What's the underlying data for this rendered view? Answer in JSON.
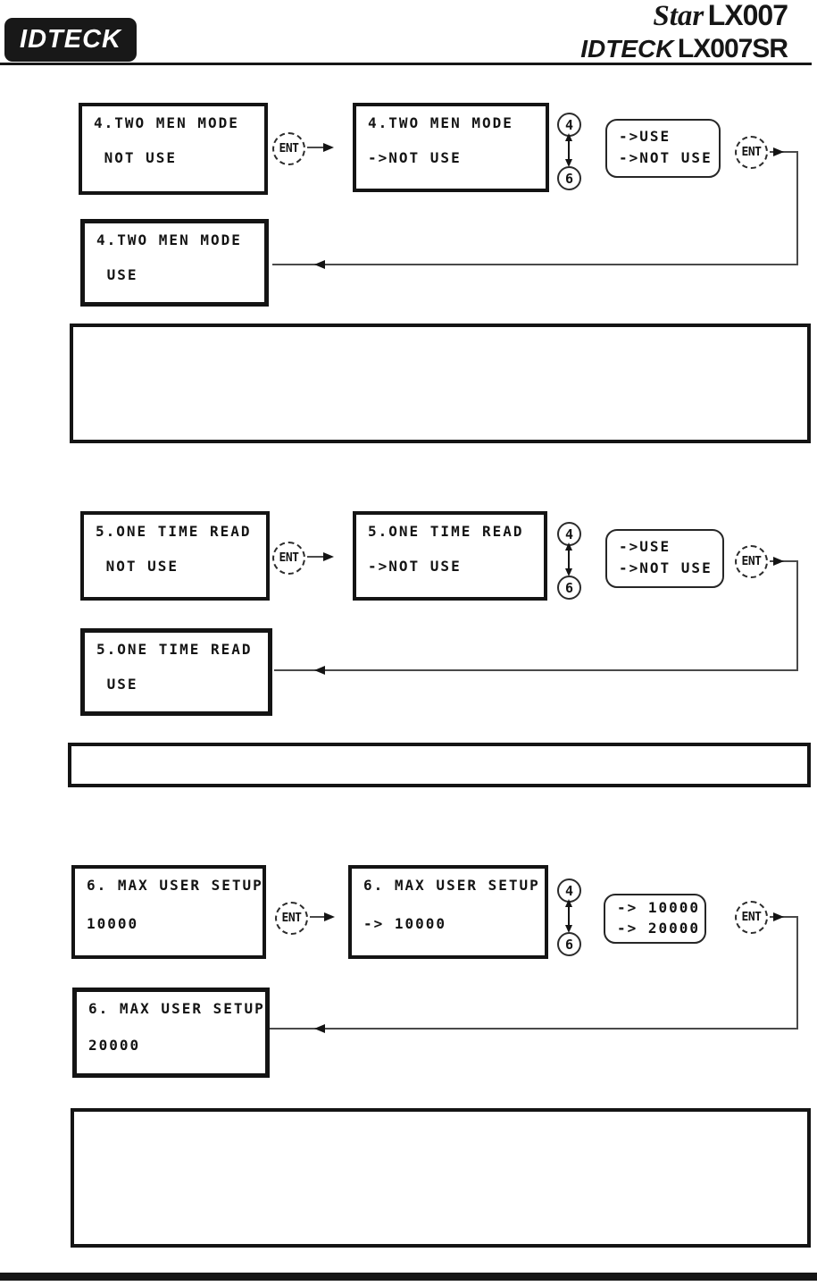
{
  "header": {
    "logo": "IDTECK",
    "product_top": {
      "brand": "Star",
      "model": "LX007"
    },
    "product_bottom": {
      "brand": "IDTECK",
      "model": "LX007SR"
    }
  },
  "keys": {
    "ent": "ENT",
    "up": "4",
    "down": "6"
  },
  "sections": [
    {
      "initial": {
        "line1": "4.TWO MEN MODE",
        "line2": " NOT USE"
      },
      "edit": {
        "line1": "4.TWO MEN MODE",
        "line2": "->NOT USE"
      },
      "options": [
        "->USE",
        "->NOT USE"
      ],
      "result": {
        "line1": "4.TWO MEN MODE",
        "line2": " USE"
      }
    },
    {
      "initial": {
        "line1": "5.ONE TIME READ",
        "line2": " NOT USE"
      },
      "edit": {
        "line1": "5.ONE TIME READ",
        "line2": "->NOT USE"
      },
      "options": [
        "->USE",
        "->NOT USE"
      ],
      "result": {
        "line1": "5.ONE TIME READ",
        "line2": " USE"
      }
    },
    {
      "initial": {
        "line1": "6. MAX USER SETUP",
        "line2": "10000"
      },
      "edit": {
        "line1": "6. MAX USER SETUP",
        "line2": "-> 10000"
      },
      "options": [
        "-> 10000",
        "-> 20000"
      ],
      "result": {
        "line1": "6. MAX USER SETUP",
        "line2": "20000"
      }
    }
  ]
}
